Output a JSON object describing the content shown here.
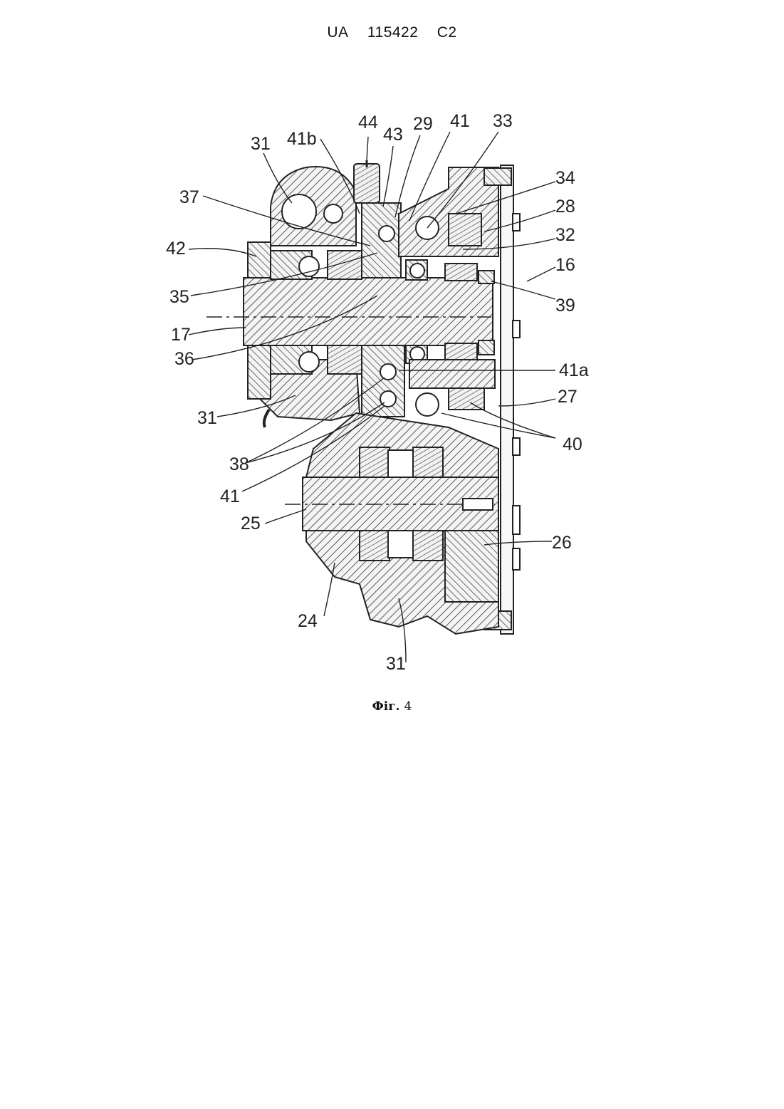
{
  "header": {
    "country": "UA",
    "number": "115422",
    "kind": "C2"
  },
  "caption": {
    "prefix": "Фіг.",
    "number": "4"
  },
  "labels": {
    "l44": "44",
    "l43": "43",
    "l29": "29",
    "l41_top": "41",
    "l33": "33",
    "l31_top": "31",
    "l41b": "41b",
    "l34": "34",
    "l37": "37",
    "l28": "28",
    "l42": "42",
    "l32": "32",
    "l16": "16",
    "l35": "35",
    "l39": "39",
    "l17": "17",
    "l36": "36",
    "l41a": "41a",
    "l27": "27",
    "l31_mid": "31",
    "l40": "40",
    "l38": "38",
    "l41_low": "41",
    "l25": "25",
    "l26": "26",
    "l24": "24",
    "l31_bot": "31"
  }
}
